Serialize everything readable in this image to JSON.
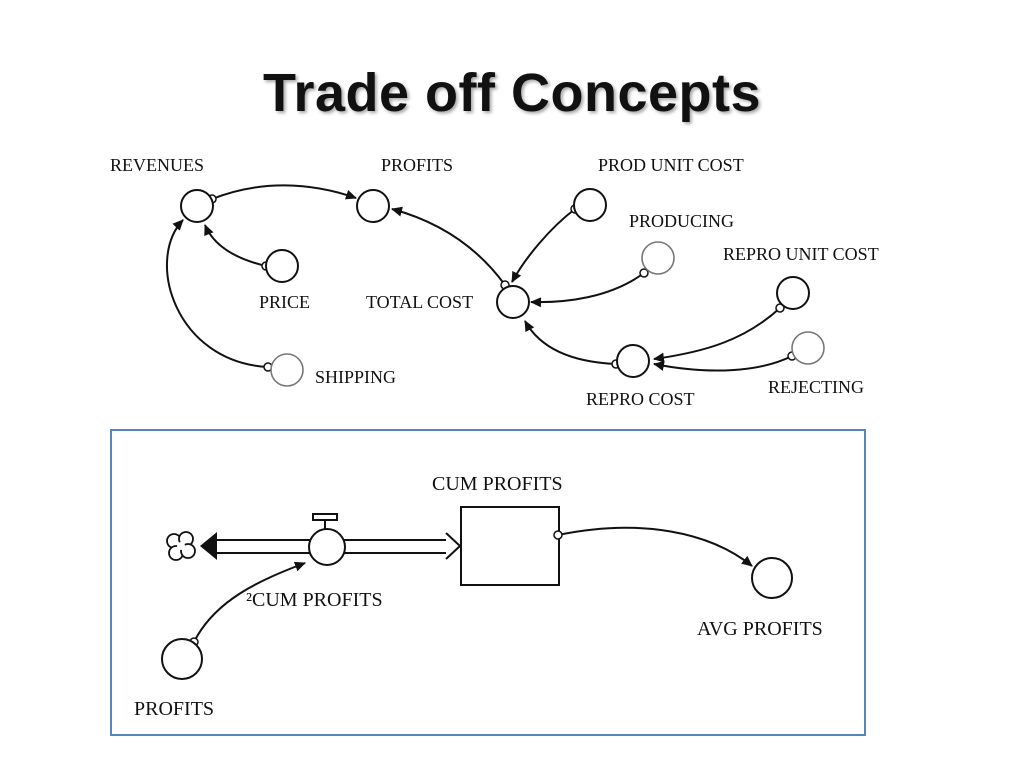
{
  "slide": {
    "title": "Trade off  Concepts"
  },
  "causal_diagram": {
    "labels": {
      "revenues": "REVENUES",
      "profits": "PROFITS",
      "prod_unit_cost": "PROD UNIT COST",
      "producing": "PRODUCING",
      "repro_unit_cost": "REPRO UNIT COST",
      "price": "PRICE",
      "total_cost": "TOTAL COST",
      "shipping": "SHIPPING",
      "repro_cost": "REPRO COST",
      "rejecting": "REJECTING"
    }
  },
  "stock_flow_diagram": {
    "labels": {
      "cum_profits": "CUM PROFITS",
      "flow_rate": "²CUM PROFITS",
      "avg_profits": "AVG PROFITS",
      "profits": "PROFITS"
    }
  }
}
